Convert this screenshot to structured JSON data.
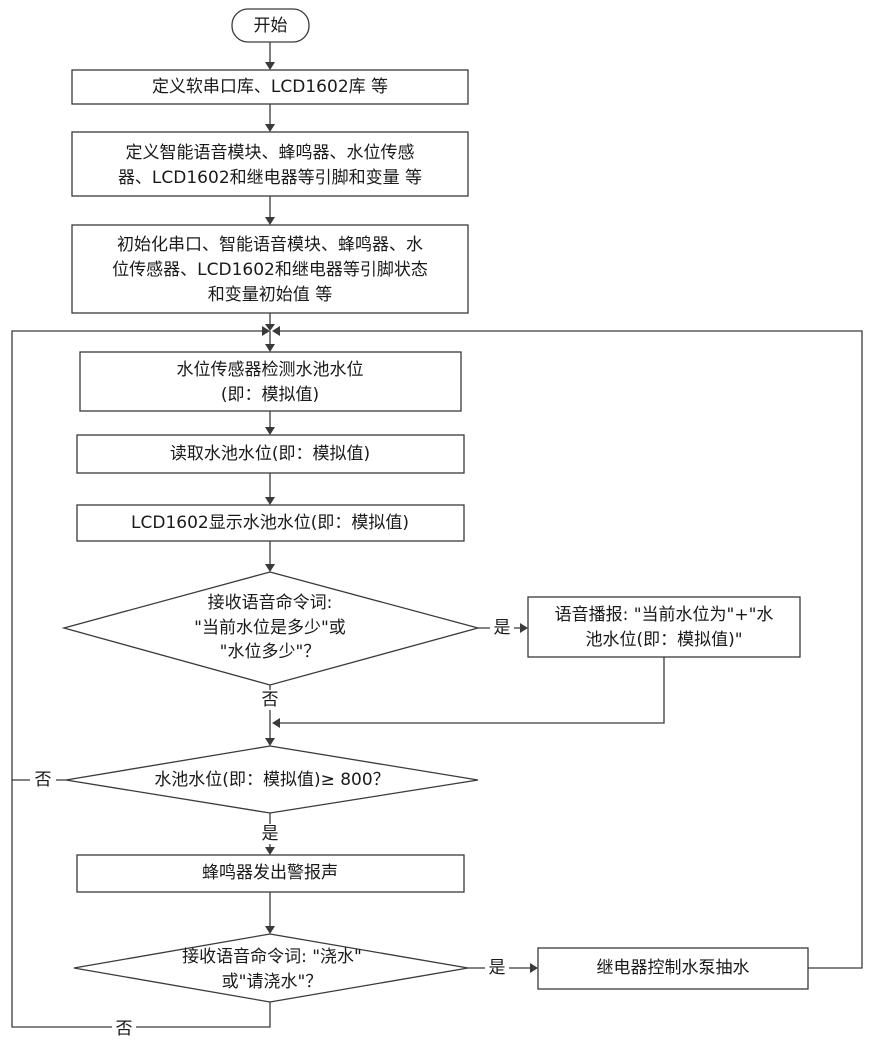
{
  "flowchart": {
    "start": "开始",
    "n1": "定义软串口库、LCD1602库 等",
    "n2": [
      "定义智能语音模块、蜂鸣器、水位传感",
      "器、LCD1602和继电器等引脚和变量 等"
    ],
    "n3": [
      "初始化串口、智能语音模块、蜂鸣器、水",
      "位传感器、LCD1602和继电器等引脚状态",
      "和变量初始值 等"
    ],
    "n4": [
      "水位传感器检测水池水位",
      "(即：模拟值)"
    ],
    "n5": "读取水池水位(即：模拟值)",
    "n6": "LCD1602显示水池水位(即：模拟值)",
    "d1": [
      "接收语音命令词:",
      "\"当前水位是多少\"或",
      "\"水位多少\"？"
    ],
    "a1": [
      "语音播报: \"当前水位为\"+\"水",
      "池水位(即：模拟值)\""
    ],
    "d2": "水池水位(即：模拟值)≥ 800？",
    "n7": "蜂鸣器发出警报声",
    "d3": [
      "接收语音命令词: \"浇水\"",
      "或\"请浇水\"？"
    ],
    "a3": "继电器控制水泵抽水"
  },
  "edge_labels": {
    "d1_yes": "是",
    "d1_no": "否",
    "d2_yes": "是",
    "d2_no": "否",
    "d3_yes": "是",
    "d3_no": "否"
  }
}
